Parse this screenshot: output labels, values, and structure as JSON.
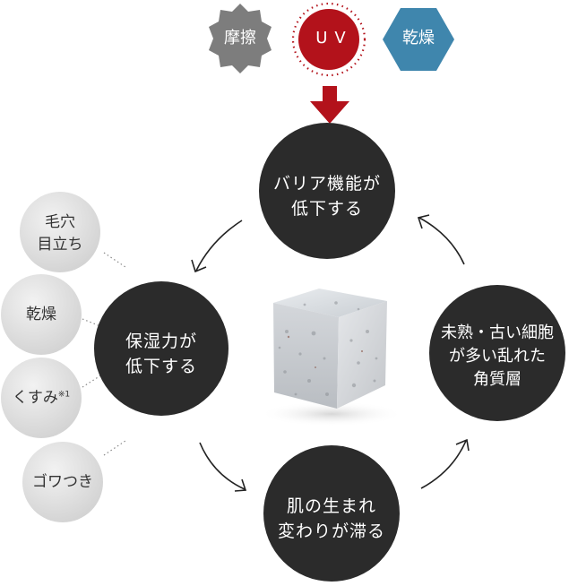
{
  "causes": [
    {
      "label": "摩擦",
      "color": "#7d7d7d"
    },
    {
      "label": "UV",
      "color": "#b3121b"
    },
    {
      "label": "乾燥",
      "color": "#3f86ad"
    }
  ],
  "cycle": {
    "top": {
      "line1": "バリア機能が",
      "line2": "低下する"
    },
    "left": {
      "line1": "保湿力が",
      "line2": "低下する"
    },
    "right": {
      "line1": "未熟・古い細胞",
      "line2": "が多い乱れた",
      "line3": "角質層"
    },
    "bottom": {
      "line1": "肌の生まれ",
      "line2": "変わりが滞る"
    }
  },
  "symptoms": [
    {
      "line1": "毛穴",
      "line2": "目立ち"
    },
    {
      "line1": "乾燥"
    },
    {
      "line1": "くすみ",
      "note": "※1"
    },
    {
      "line1": "ゴワつき"
    }
  ],
  "colors": {
    "node": "#2b2b2b",
    "symptom": "#e2e2e2",
    "arrow": "#222222",
    "uv_arrow": "#b3121b"
  },
  "center_image": "porous-cube-image"
}
